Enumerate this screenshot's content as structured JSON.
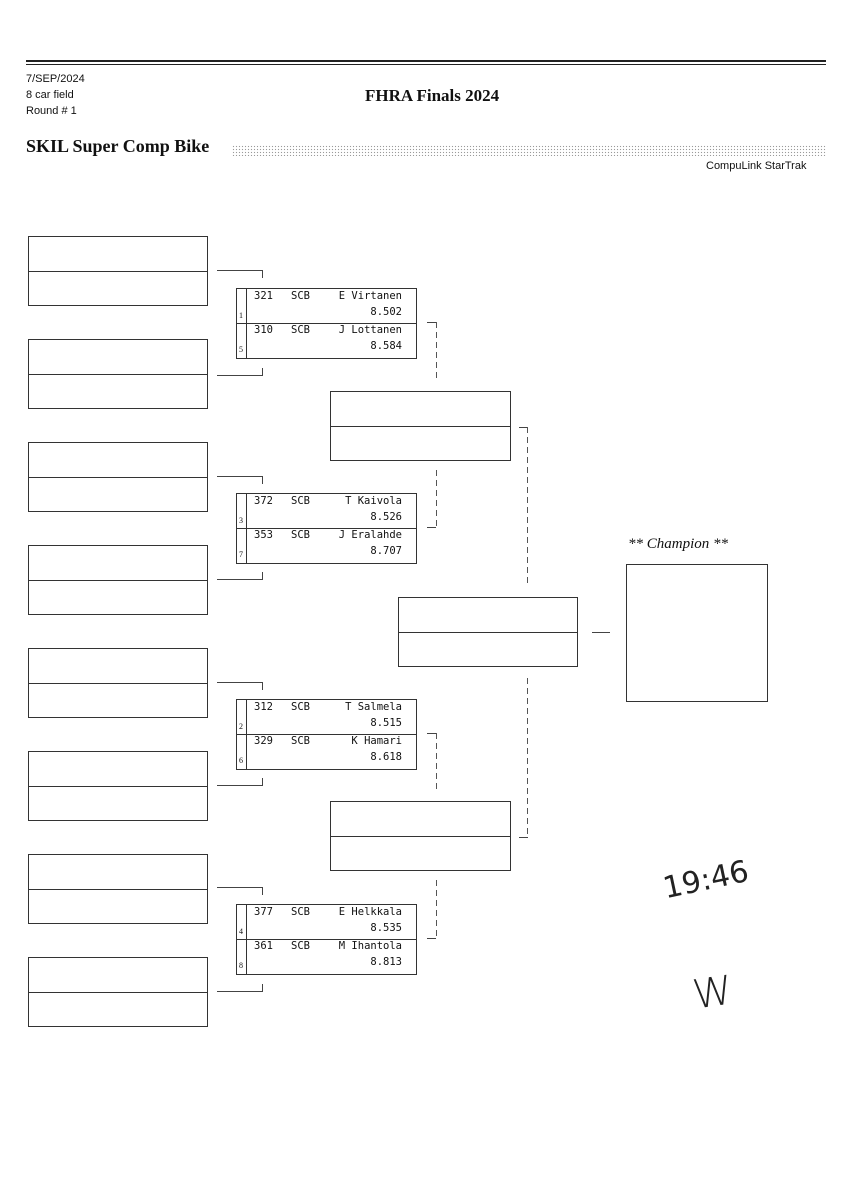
{
  "header": {
    "date": "7/SEP/2024",
    "field": "8 car field",
    "round": "Round # 1",
    "title": "FHRA Finals 2024",
    "class_name": "SKIL Super Comp Bike",
    "software": "CompuLink StarTrak"
  },
  "pairings": [
    {
      "top": {
        "number": "321",
        "class": "SCB",
        "name": "E Virtanen",
        "time": "8.502",
        "seed": "1"
      },
      "bottom": {
        "number": "310",
        "class": "SCB",
        "name": "J Lottanen",
        "time": "8.584",
        "seed": "5"
      }
    },
    {
      "top": {
        "number": "372",
        "class": "SCB",
        "name": "T Kaivola",
        "time": "8.526",
        "seed": "3"
      },
      "bottom": {
        "number": "353",
        "class": "SCB",
        "name": "J Eralahde",
        "time": "8.707",
        "seed": "7"
      }
    },
    {
      "top": {
        "number": "312",
        "class": "SCB",
        "name": "T Salmela",
        "time": "8.515",
        "seed": "2"
      },
      "bottom": {
        "number": "329",
        "class": "SCB",
        "name": "K Hamari",
        "time": "8.618",
        "seed": "6"
      }
    },
    {
      "top": {
        "number": "377",
        "class": "SCB",
        "name": "E Helkkala",
        "time": "8.535",
        "seed": "4"
      },
      "bottom": {
        "number": "361",
        "class": "SCB",
        "name": "M Ihantola",
        "time": "8.813",
        "seed": "8"
      }
    }
  ],
  "champion_label": "** Champion **",
  "handwriting": {
    "time": "19:46",
    "initial": "W"
  }
}
